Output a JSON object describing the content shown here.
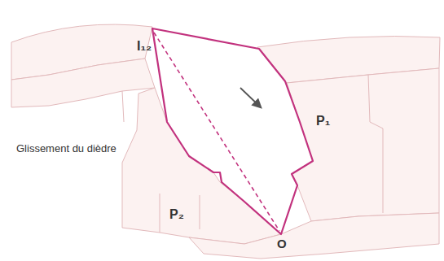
{
  "diagram": {
    "labels": [
      "I₁₂",
      "P₁",
      "P₂",
      "Glissement du dièdre",
      "O"
    ]
  }
}
